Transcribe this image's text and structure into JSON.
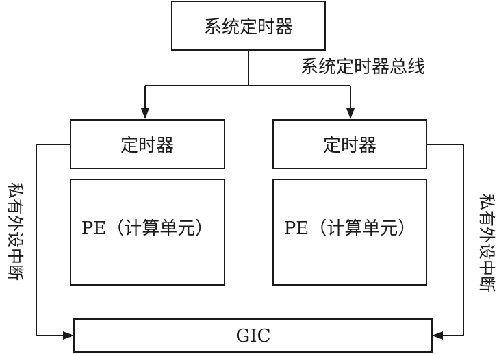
{
  "system_timer": {
    "label": "系统定时器"
  },
  "bus": {
    "label": "系统定时器总线"
  },
  "timers": [
    {
      "label": "定时器"
    },
    {
      "label": "定时器"
    }
  ],
  "pes": [
    {
      "label": "PE（计算单元）"
    },
    {
      "label": "PE（计算单元）"
    }
  ],
  "gic": {
    "label": "GIC"
  },
  "interrupts": {
    "left_label": "私有外设中断",
    "right_label": "私有外设中断"
  },
  "colors": {
    "line": "#1a1a1a",
    "background": "#ffffff"
  }
}
